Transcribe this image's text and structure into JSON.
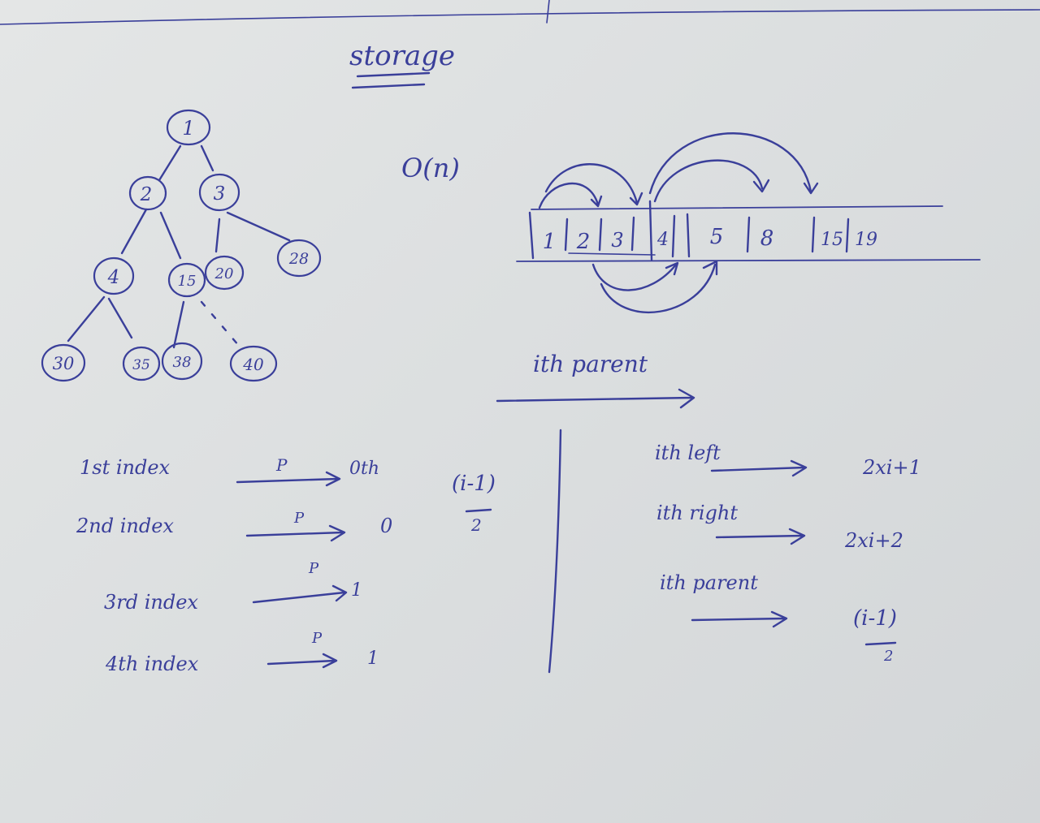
{
  "title": "storage",
  "complexity": "O(n)",
  "colors": {
    "paper": "#dcdfe0",
    "ink": "#3a3f9a"
  },
  "tree": {
    "nodes": [
      "1",
      "2",
      "3",
      "4",
      "15",
      "20",
      "28",
      "30",
      "35",
      "38",
      "40"
    ]
  },
  "array": {
    "cells": [
      "1",
      "2",
      "3",
      "4",
      "5",
      "8",
      "15",
      "19"
    ]
  },
  "ith_parent_label": "ith parent",
  "left_notes": [
    {
      "label": "1st index",
      "p": "P",
      "result": "0th"
    },
    {
      "label": "2nd index",
      "p": "P",
      "result": "0"
    },
    {
      "label": "3rd index",
      "p": "P",
      "result": "1"
    },
    {
      "label": "4th index",
      "p": "P",
      "result": "1"
    }
  ],
  "middle_formula": {
    "numerator": "(i-1)",
    "denominator": "2"
  },
  "right_notes": [
    {
      "label": "ith left",
      "formula": "2xi+1"
    },
    {
      "label": "ith right",
      "formula": "2xi+2"
    },
    {
      "label": "ith parent",
      "formula": "(i-1)",
      "denominator": "2"
    }
  ]
}
